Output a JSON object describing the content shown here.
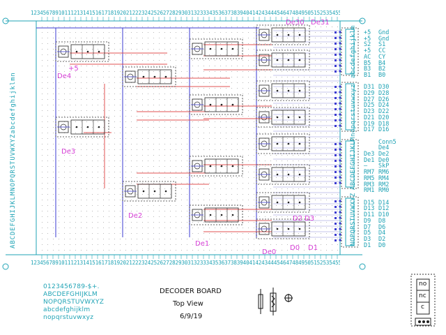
{
  "title": {
    "name": "DECODER BOARD",
    "view": "Top View",
    "date": "6/9/19"
  },
  "charset_sample": [
    "0123456789-$+.",
    "ABCDEFGHIJKLM",
    "NOPQRSTUVWXYZ",
    "abcdefghijklm",
    "nopqrstuvwxyz"
  ],
  "column_ruler": "123456789101112131415161718192021222324252627282930313233343536373839404142434445464748495051525354555",
  "row_ruler": "ABCDEFGHIJKLMNOPQRSTUVWXYZabcdefghijklmn",
  "connector_labels": [
    "abcdefghijklm",
    "nopqrstuvwxyz",
    "ABCDEFGHIJKLM",
    "NOPQRSTUVWXYZ"
  ],
  "pins": [
    {
      "left": "+5",
      "right": "Gnd"
    },
    {
      "left": "+5",
      "right": "Gnd"
    },
    {
      "left": "S2",
      "right": "S1"
    },
    {
      "left": "+5",
      "right": "CC"
    },
    {
      "left": "AC",
      "right": "CY"
    },
    {
      "left": "B5",
      "right": "B4"
    },
    {
      "left": "B3",
      "right": "B2"
    },
    {
      "left": "B1",
      "right": "B0"
    },
    {
      "left": "",
      "right": ""
    },
    {
      "left": "D31",
      "right": "D30"
    },
    {
      "left": "D29",
      "right": "D28"
    },
    {
      "left": "D27",
      "right": "D26"
    },
    {
      "left": "D25",
      "right": "D24"
    },
    {
      "left": "D23",
      "right": "D22"
    },
    {
      "left": "D21",
      "right": "D20"
    },
    {
      "left": "D19",
      "right": "D18"
    },
    {
      "left": "D17",
      "right": "D16"
    },
    {
      "left": "",
      "right": ""
    },
    {
      "left": "",
      "right": "Conn5"
    },
    {
      "left": "",
      "right": "De4"
    },
    {
      "left": "De3",
      "right": "De2"
    },
    {
      "left": "De1",
      "right": "De0"
    },
    {
      "left": "—",
      "right": "SkP"
    },
    {
      "left": "RM7",
      "right": "RM6"
    },
    {
      "left": "RM5",
      "right": "RM4"
    },
    {
      "left": "RM3",
      "right": "RM2"
    },
    {
      "left": "RM1",
      "right": "RM0"
    },
    {
      "left": "",
      "right": ""
    },
    {
      "left": "D15",
      "right": "D14"
    },
    {
      "left": "D13",
      "right": "D12"
    },
    {
      "left": "D11",
      "right": "D10"
    },
    {
      "left": "D9",
      "right": "D8"
    },
    {
      "left": "D7",
      "right": "D6"
    },
    {
      "left": "D5",
      "right": "D4"
    },
    {
      "left": "D3",
      "right": "D2"
    },
    {
      "left": "D1",
      "right": "D0"
    }
  ],
  "relays": [
    {
      "label": "De4",
      "sub": "+5"
    },
    {
      "label": "De3"
    },
    {
      "label": "De2"
    },
    {
      "label": "De1"
    },
    {
      "label": "De0"
    },
    {
      "label": "De30"
    },
    {
      "label": "De31"
    },
    {
      "label": "D2"
    },
    {
      "label": "D3"
    },
    {
      "label": "D0"
    },
    {
      "label": "D1"
    }
  ],
  "relay_face": {
    "c": "c",
    "nc": "nc",
    "no": "no"
  },
  "colors": {
    "grid_dot": "#b8b8b8",
    "wire_blue": "#3a3ad0",
    "wire_red": "#e05050",
    "accent_cyan": "#1fa3b5",
    "label_magenta": "#d63fd6"
  }
}
